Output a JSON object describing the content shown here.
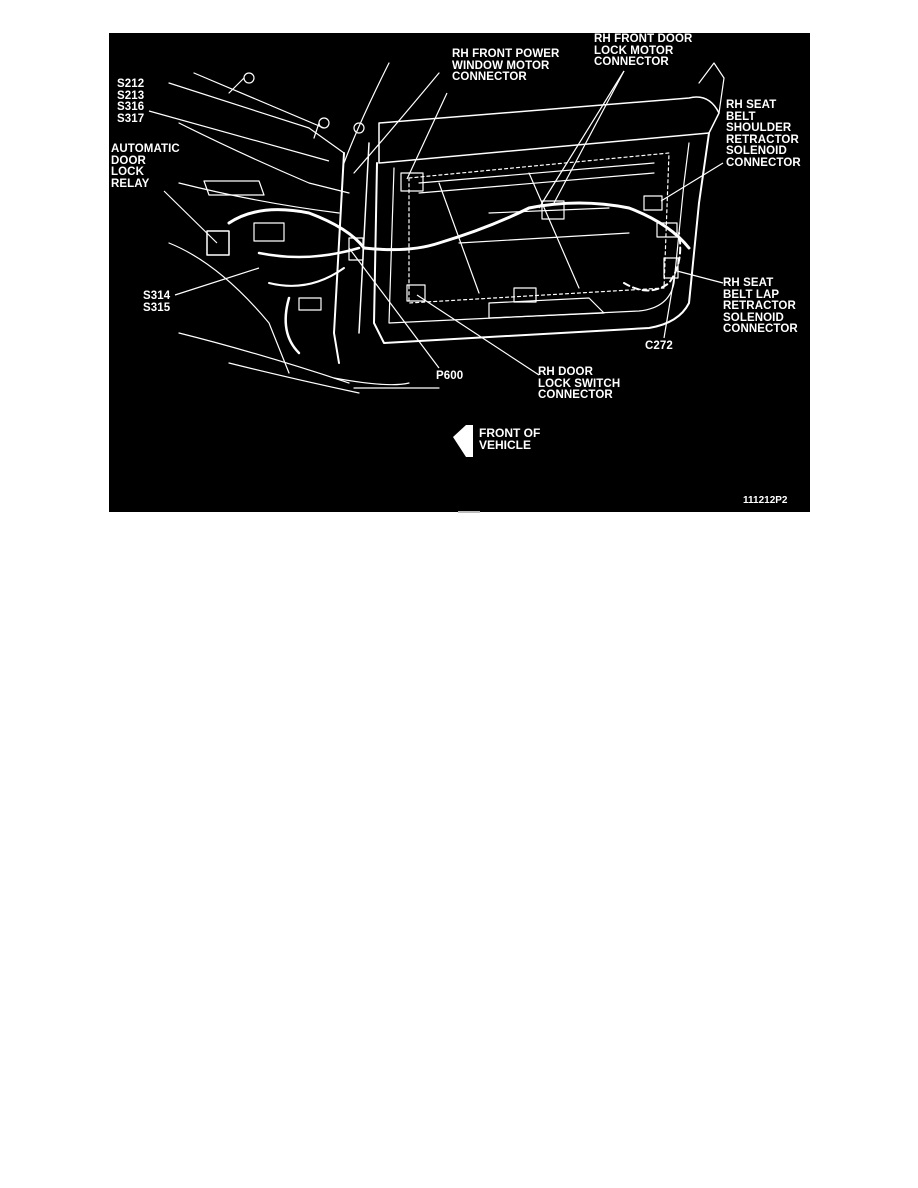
{
  "labels": {
    "splices_upper": [
      "S212",
      "S213",
      "S316",
      "S317"
    ],
    "auto_door_lock_relay": [
      "AUTOMATIC",
      "DOOR",
      "LOCK",
      "RELAY"
    ],
    "window_motor": [
      "RH FRONT POWER",
      "WINDOW MOTOR",
      "CONNECTOR"
    ],
    "lock_motor": [
      "RH FRONT DOOR",
      "LOCK MOTOR",
      "CONNECTOR"
    ],
    "shoulder_retractor": [
      "RH SEAT",
      "BELT",
      "SHOULDER",
      "RETRACTOR",
      "SOLENOID",
      "CONNECTOR"
    ],
    "lap_retractor": [
      "RH SEAT",
      "BELT LAP",
      "RETRACTOR",
      "SOLENOID",
      "CONNECTOR"
    ],
    "splices_lower": [
      "S314",
      "S315"
    ],
    "c272": "C272",
    "p600": "P600",
    "lock_switch": [
      "RH DOOR",
      "LOCK SWITCH",
      "CONNECTOR"
    ],
    "front_of_vehicle": [
      "FRONT OF",
      "VEHICLE"
    ]
  },
  "figure_id": "111212P2",
  "colors": {
    "background": "#000000",
    "line": "#ffffff"
  }
}
